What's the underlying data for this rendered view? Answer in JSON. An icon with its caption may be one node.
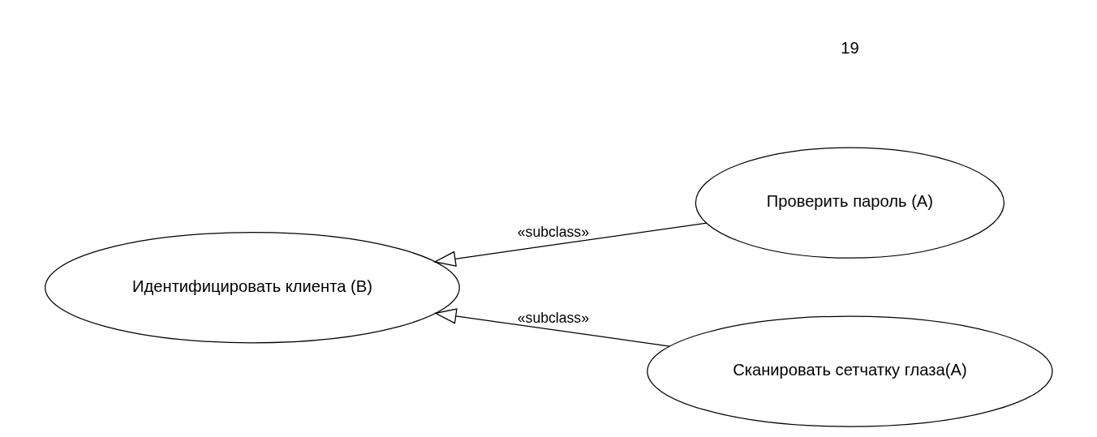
{
  "diagram": {
    "nodes": [
      {
        "text": [
          "Идентифицировать клиента (B)"
        ]
      },
      {
        "text": [
          "Проверить пароль (A)"
        ]
      },
      {
        "text": [
          "Сканировать сетчатку глаза(A)"
        ]
      }
    ],
    "edges": [
      {
        "from": 1,
        "to": 0,
        "arrow": "to",
        "label": "«subclass»"
      },
      {
        "from": 2,
        "to": 0,
        "arrow": "to",
        "label": "«subclass»"
      }
    ],
    "labels": [
      "19"
    ]
  }
}
